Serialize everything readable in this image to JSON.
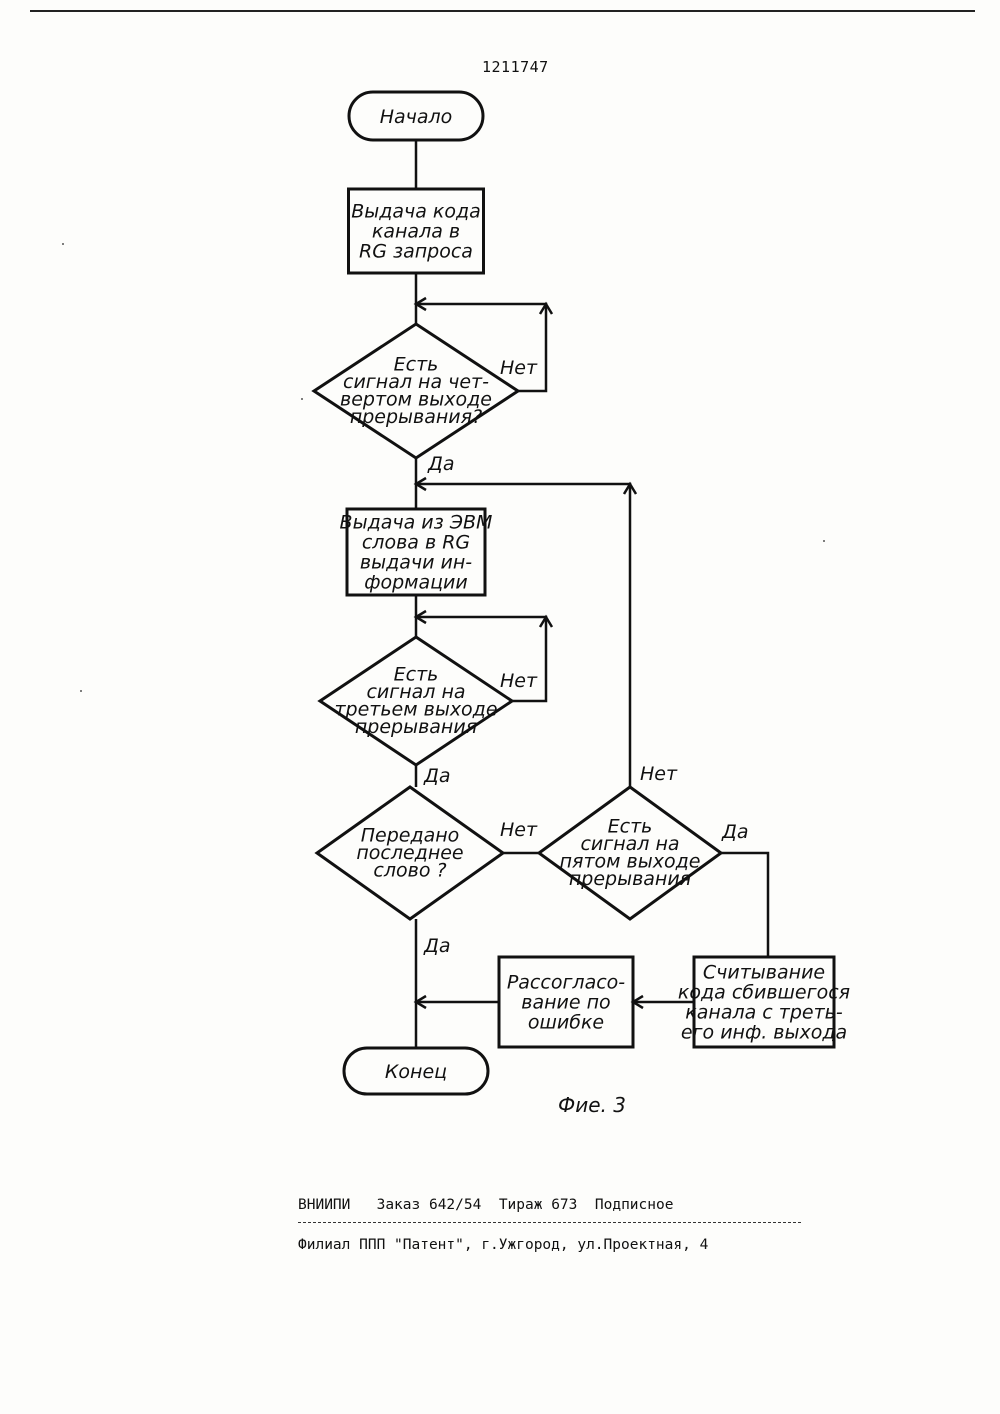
{
  "document": {
    "patent_number": "1211747",
    "figure_caption": "Фие. 3",
    "footer": {
      "publisher": "ВНИИПИ",
      "order": "Заказ 642/54",
      "circulation": "Тираж 673",
      "subscription": "Подписное",
      "branch": "Филиал ППП \"Патент\", г.Ужгород, ул.Проектная, 4"
    }
  },
  "flowchart": {
    "nodes": [
      {
        "id": "start",
        "shape": "terminal",
        "lines": [
          "Начало"
        ]
      },
      {
        "id": "send_channel",
        "shape": "process",
        "lines": [
          "Выдача кода",
          "канала в",
          "RG запроса"
        ]
      },
      {
        "id": "check_fourth",
        "shape": "decision",
        "lines": [
          "Есть",
          "сигнал на чет-",
          "вертом выходе",
          "прерывания?"
        ]
      },
      {
        "id": "send_word",
        "shape": "process",
        "lines": [
          "Выдача из ЭВМ",
          "слова в RG",
          "выдачи ин-",
          "формации"
        ]
      },
      {
        "id": "check_third",
        "shape": "decision",
        "lines": [
          "Есть",
          "сигнал на",
          "третьем выходе",
          "прерывания"
        ]
      },
      {
        "id": "last_word",
        "shape": "decision",
        "lines": [
          "Передано",
          "последнее",
          "слово ?"
        ]
      },
      {
        "id": "check_fifth",
        "shape": "decision",
        "lines": [
          "Есть",
          "сигнал на",
          "пятом выходе",
          "прерывания"
        ]
      },
      {
        "id": "read_code",
        "shape": "process",
        "lines": [
          "Считывание",
          "кода сбившегося",
          "канала с треть-",
          "его инф. выхода"
        ]
      },
      {
        "id": "mismatch",
        "shape": "process",
        "lines": [
          "Рассогласо-",
          "вание по",
          "ошибке"
        ]
      },
      {
        "id": "end",
        "shape": "terminal",
        "lines": [
          "Конец"
        ]
      }
    ],
    "edges": [
      {
        "from": "start",
        "to": "send_channel",
        "label": ""
      },
      {
        "from": "send_channel",
        "to": "check_fourth",
        "label": ""
      },
      {
        "from": "check_fourth",
        "to": "check_fourth",
        "label": "Нет"
      },
      {
        "from": "check_fourth",
        "to": "send_word",
        "label": "Да"
      },
      {
        "from": "send_word",
        "to": "check_third",
        "label": ""
      },
      {
        "from": "check_third",
        "to": "check_third",
        "label": "Нет"
      },
      {
        "from": "check_third",
        "to": "last_word",
        "label": "Да"
      },
      {
        "from": "last_word",
        "to": "check_fifth",
        "label": "Нет"
      },
      {
        "from": "last_word",
        "to": "end",
        "label": "Да"
      },
      {
        "from": "check_fifth",
        "to": "send_word",
        "label": "Нет"
      },
      {
        "from": "check_fifth",
        "to": "read_code",
        "label": "Да"
      },
      {
        "from": "read_code",
        "to": "mismatch",
        "label": ""
      },
      {
        "from": "mismatch",
        "to": "end",
        "label": ""
      }
    ]
  }
}
